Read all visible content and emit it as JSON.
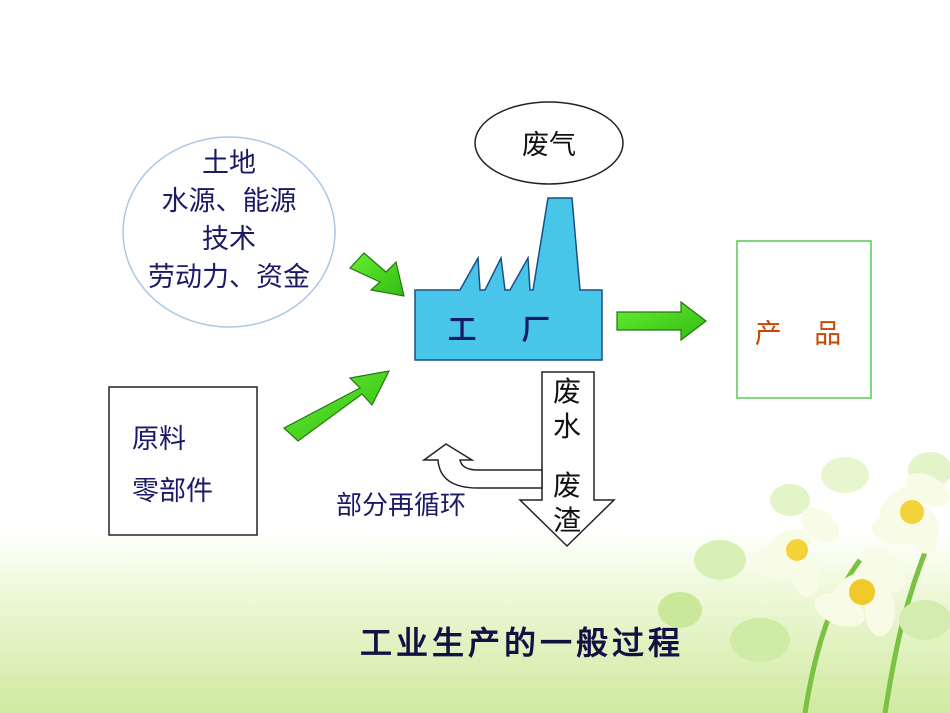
{
  "diagram": {
    "inputs": [
      "土地",
      "水源、能源",
      "技术",
      "劳动力、资金"
    ],
    "materials": [
      "原料",
      "零部件"
    ],
    "factory_label": "工 厂",
    "product_label": "产 品",
    "gas_label": "废气",
    "waste_water": [
      "废",
      "水"
    ],
    "waste_residue": [
      "废",
      "渣"
    ],
    "recycle_label": "部分再循环",
    "title": "工业生产的一般过程"
  },
  "colors": {
    "factory_fill": "#47c6ea",
    "arrow_green": "#44dd22",
    "arrow_dark_green": "#227711",
    "text_navy": "#1a1a66",
    "product_text": "#cc4400"
  }
}
